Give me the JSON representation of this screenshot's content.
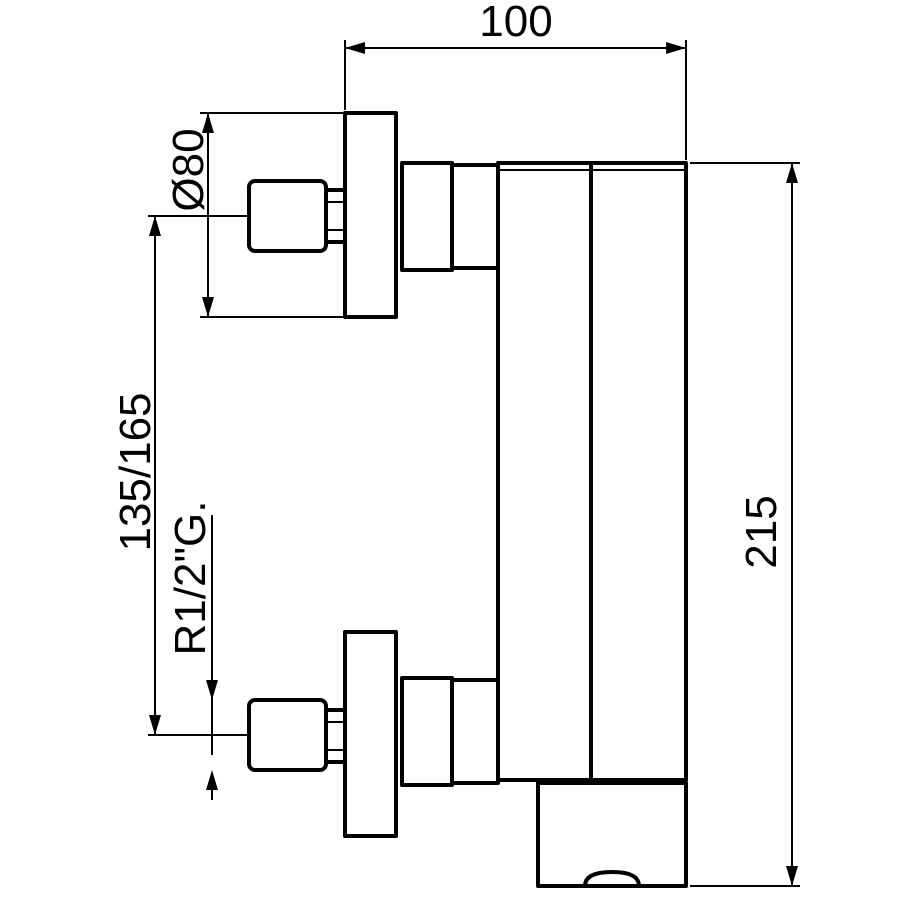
{
  "dimensions": {
    "width": "100",
    "diameter": "Ø80",
    "centers": "135/165",
    "thread": "R1/2\"G.",
    "height": "215"
  },
  "colors": {
    "line": "#000000",
    "background": "#ffffff"
  }
}
